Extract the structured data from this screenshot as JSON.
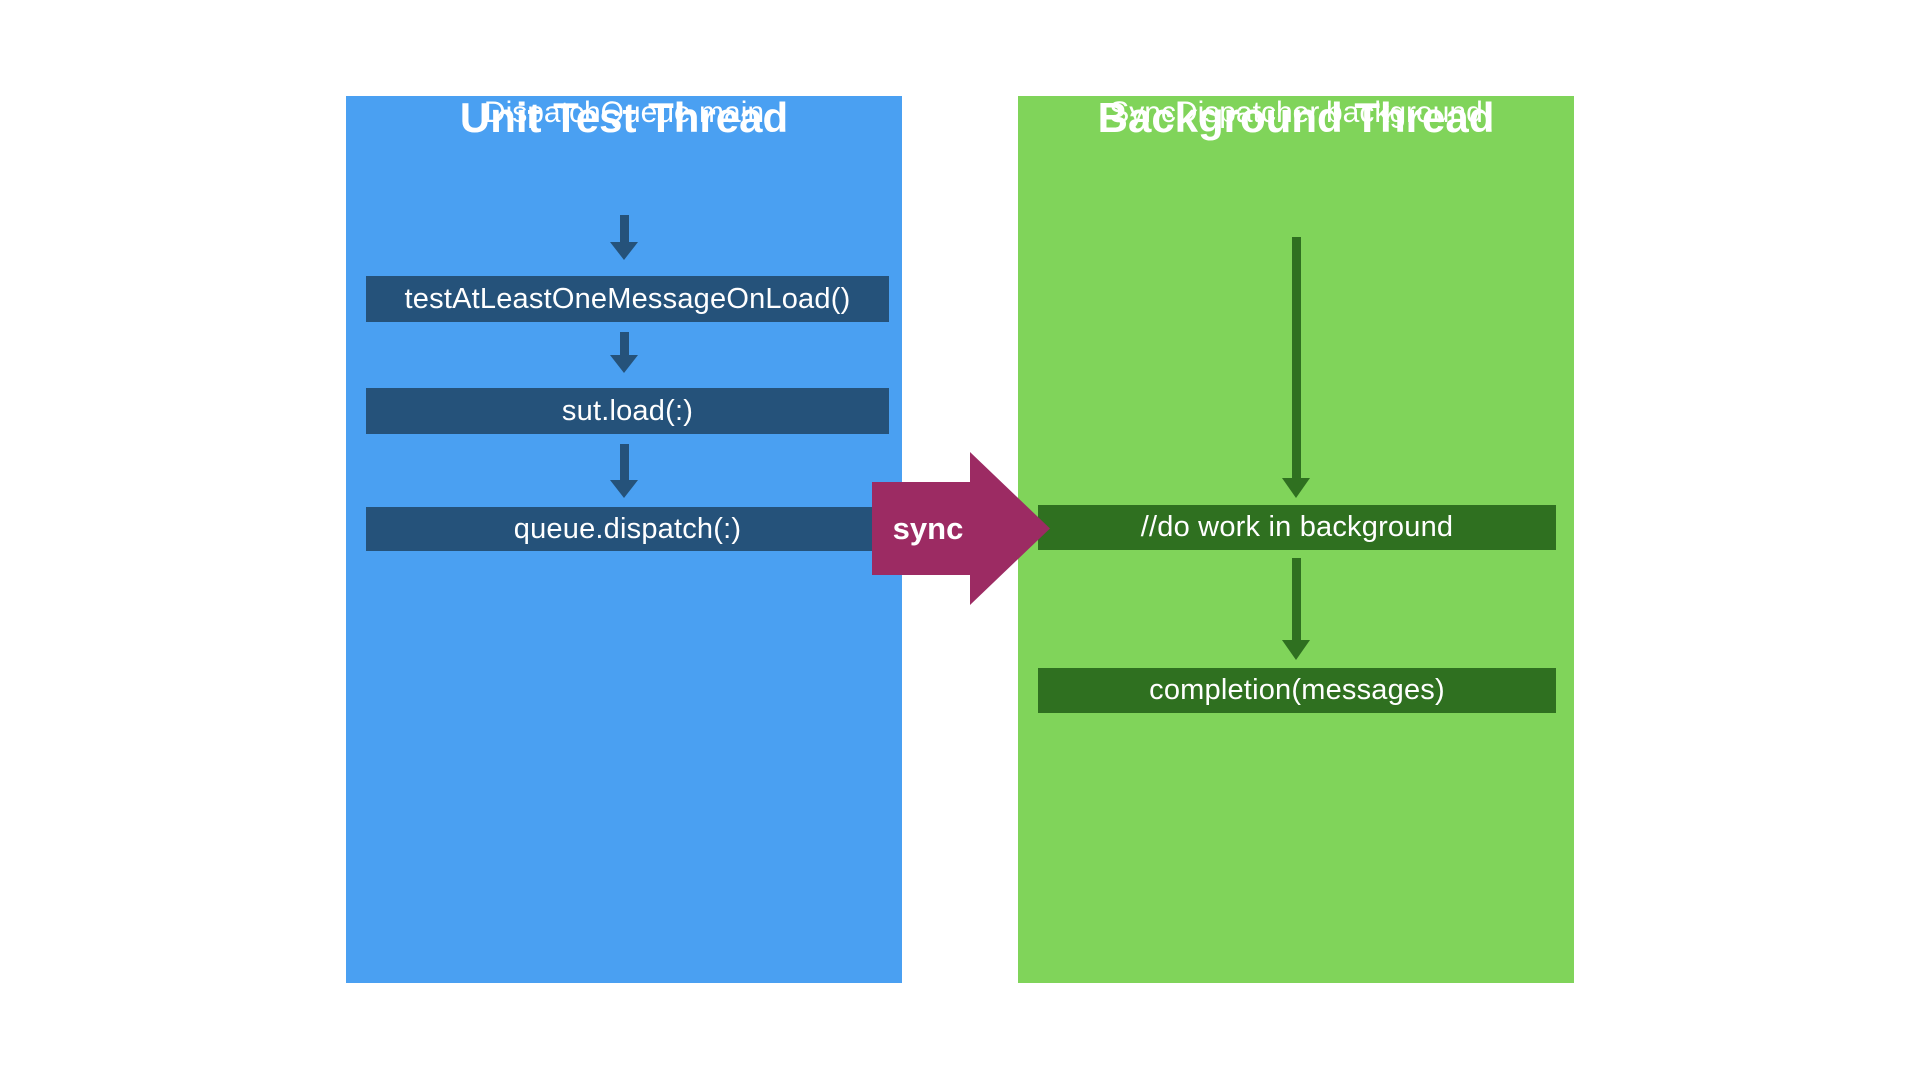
{
  "colors": {
    "blue_panel": "#4AA0F2",
    "navy": "#25527A",
    "green_panel": "#80D45A",
    "dark_green": "#2F7020",
    "magenta": "#9C2B63",
    "text": "#FFFFFF",
    "background": "#FFFFFF"
  },
  "diagram": {
    "left_panel": {
      "title": "Unit Test Thread",
      "subtitle": "DispatchQueue.main",
      "steps": [
        "testAtLeastOneMessageOnLoad()",
        "sut.load(:)",
        "queue.dispatch(:)"
      ]
    },
    "connector": {
      "label": "sync"
    },
    "right_panel": {
      "title": "Background Thread",
      "subtitle": "SyncDispatcher.background",
      "steps": [
        "//do work in background",
        "completion(messages)"
      ]
    }
  }
}
